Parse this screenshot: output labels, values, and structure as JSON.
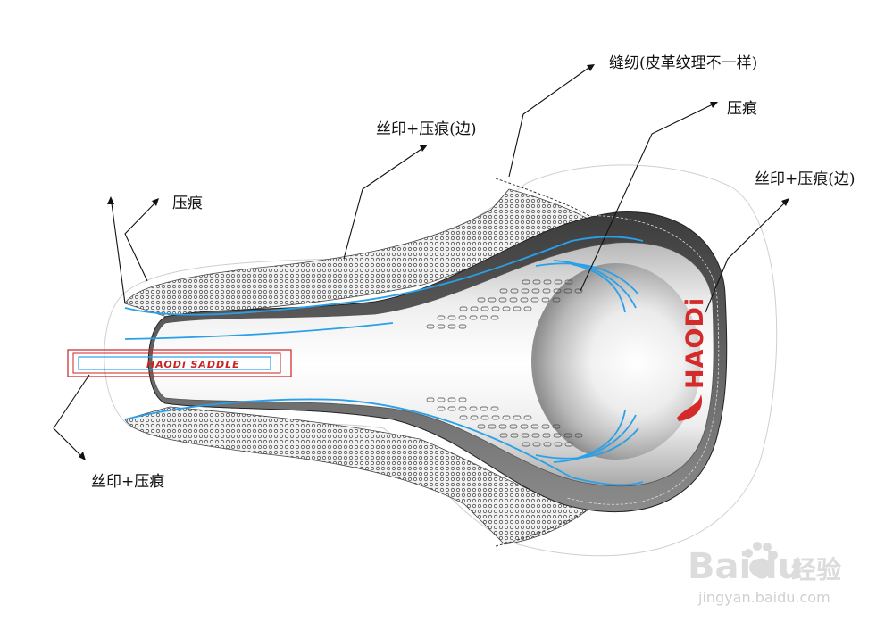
{
  "annotations": {
    "stitching": "缝纫(皮革纹理不一样)",
    "emboss_right": "压痕",
    "print_emboss_edge_top": "丝印+压痕(边)",
    "print_emboss_edge_right": "丝印+压痕(边)",
    "emboss_left": "压痕",
    "print_emboss_bottom": "丝印+压痕"
  },
  "saddle": {
    "brand": "HAODi",
    "tag_text": "HAODi SADDLE"
  },
  "watermark": {
    "brand": "Bai",
    "brand2": "du",
    "site_cn": "经验",
    "url": "jingyan.baidu.com"
  },
  "colors": {
    "accent_blue": "#2aa0e8",
    "brand_red": "#d42a2a"
  }
}
